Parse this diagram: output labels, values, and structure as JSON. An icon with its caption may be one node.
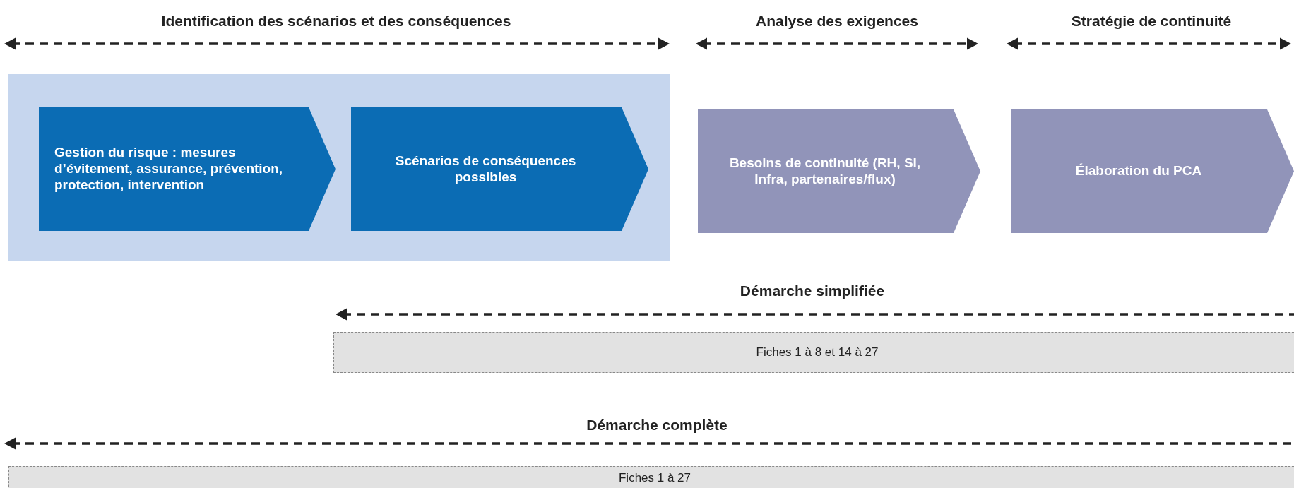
{
  "diagram": {
    "nodes": [
      {
        "text": [],
        "shape": "box"
      },
      {
        "text": [
          "Gestion du risque : mesures d’évitement, assurance, prévention, protection, intervention"
        ],
        "in": 0
      },
      {
        "text": [
          "Scénarios de conséquences possibles"
        ],
        "in": 0
      },
      {
        "text": [
          "Besoins de continuité (RH, SI, Infra, partenaires/flux)"
        ]
      },
      {
        "text": [
          "Élaboration du PCA"
        ]
      },
      {
        "text": [
          "Fiches 1 à 8 et 14 à 27"
        ]
      },
      {
        "text": [
          "Fiches 1 à 27"
        ]
      }
    ],
    "labels": [
      "Identification des scénarios et des conséquences",
      "Analyse des exigences",
      "Stratégie de continuité",
      "Démarche simplifiée",
      "Démarche complète"
    ]
  }
}
